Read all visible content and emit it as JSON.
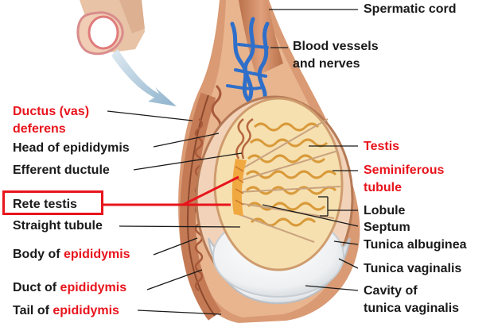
{
  "labels": {
    "spermatic_cord": "Spermatic cord",
    "blood_vessels": "Blood vessels",
    "and_nerves": "and nerves",
    "ductus_line1": "Ductus (vas)",
    "ductus_line2": "deferens",
    "head_epididymis": "Head of epididymis",
    "efferent_ductule": "Efferent ductule",
    "rete_testis": "Rete testis",
    "straight_tubule": "Straight tubule",
    "body_prefix": "Body of ",
    "body_red": "epididymis",
    "duct_prefix": "Duct of ",
    "duct_red": "epididymis",
    "tail_prefix": "Tail of ",
    "tail_red": "epididymis",
    "testis": "Testis",
    "seminiferous_line1": "Seminiferous",
    "seminiferous_line2": "tubule",
    "lobule": "Lobule",
    "septum": "Septum",
    "tunica_albuginea": "Tunica albuginea",
    "tunica_vaginalis": "Tunica vaginalis",
    "cavity_line1": "Cavity of",
    "cavity_line2": "tunica vaginalis"
  },
  "colors": {
    "label_black": "#1a1a1a",
    "label_red": "#e8141c",
    "highlight_box": "#e8141c",
    "tissue": "#d9a37f",
    "tubules": "#e6b25a",
    "vessels": "#2f6fc9",
    "arrow": "#9fbfd6"
  }
}
